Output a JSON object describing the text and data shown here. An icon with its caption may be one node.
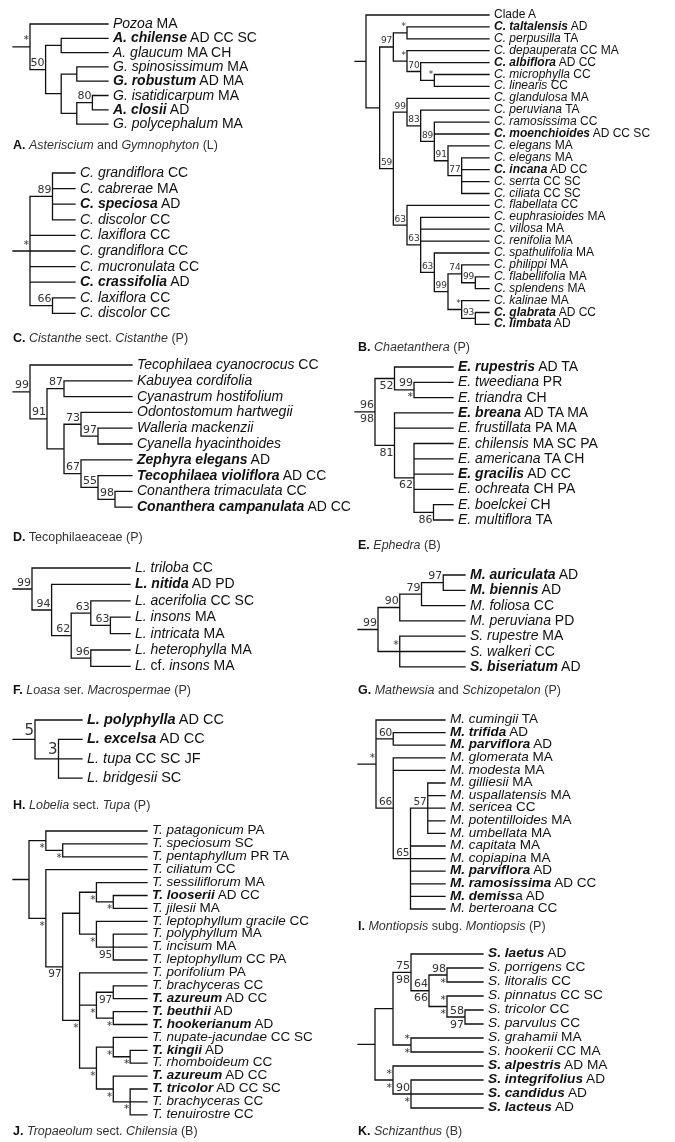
{
  "diagram": {
    "labels": [
      "*Pozoa* MA",
      "**A. chilense** AD CC SC",
      "*A. glaucum* MA CH",
      "*G. spinosissimum* MA",
      "**G. robustum** AD MA",
      "*G. isatidicarpum* MA",
      "**A. closii** AD",
      "*G. polycephalum* MA",
      "*",
      "50",
      "80",
      "**A.** *Asteriscium* and *Gymnophyton* (L)",
      "Clade A",
      "**C. taltalensis** AD",
      "*C. perpusilla* TA",
      "*C. depauperata* CC MA",
      "**C. albiflora** AD CC",
      "*C. microphylla* CC",
      "*C. linearis* CC",
      "*C. glandulosa* MA",
      "*C. peruviana* TA",
      "*C. ramosissima* CC",
      "**C. moenchioides** AD CC SC",
      "*C. elegans* MA",
      "*C. elegans* MA",
      "**C. incana** AD CC",
      "*C. serrta* CC SC",
      "*C. ciliata* CC SC",
      "*C. flabellata* CC",
      "*C. euphrasioides* MA",
      "*C. villosa* MA",
      "*C. renifolia* MA",
      "*C. spathulifolia* MA",
      "*C. philippi* MA",
      "*C. flabellifolia* MA",
      "*C. splendens* MA",
      "*C. kalinae* MA",
      "**C. glabrata** AD CC",
      "**C. limbata** AD",
      "97",
      "*",
      "*",
      "70",
      "*",
      "59",
      "99",
      "83",
      "89",
      "91",
      "77",
      "63",
      "63",
      "63",
      "99",
      "74",
      "99",
      "*",
      "93",
      "**B.** *Chaetanthera* (P)",
      "*C. grandiflora* CC",
      "*C. cabrerae* MA",
      "**C. speciosa** AD",
      "*C. discolor* CC",
      "*C. laxiflora* CC",
      "*C. grandiflora* CC",
      "*C. mucronulata* CC",
      "**C. crassifolia** AD",
      "*C. laxiflora* CC",
      "*C. discolor* CC",
      "*",
      "89",
      "66",
      "**C.** *Cistanthe* sect. *Cistanthe* (P)",
      "*Tecophilaea cyanocrocus* CC",
      "*Kabuyea cordifolia*",
      "*Cyanastrum hostifolium*",
      "*Odontostomum hartwegii*",
      "*Walleria mackenzii*",
      "*Cyanella hyacinthoides*",
      "**Zephyra elegans** AD",
      "**Tecophilaea violiflora** AD CC",
      "*Conanthera trimaculata* CC",
      "**Conanthera campanulata** AD CC",
      "99",
      "91",
      "87",
      "73",
      "97",
      "67",
      "55",
      "98",
      "**D.** Tecophilaeaceae (P)",
      "**E. rupestris** AD TA",
      "*E. tweediana* PR",
      "*E. triandra* CH",
      "**E. breana** AD TA MA",
      "*E. frustillata* PA MA",
      "*E. chilensis* MA SC PA",
      "*E. americana* TA CH",
      "**E. gracilis** AD CC",
      "*E. ochreata* CH PA",
      "*E. boelckei* CH",
      "*E. multiflora* TA",
      "96",
      "98",
      "52",
      "99",
      "*",
      "81",
      "62",
      "86",
      "**E.** *Ephedra* (B)",
      "*L. triloba* CC",
      "**L. nitida** AD PD",
      "*L. acerifolia* CC SC",
      "*L. insons* MA",
      "*L. intricata* MA",
      "*L. heterophylla* MA",
      "*L.* cf. *insons* MA",
      "99",
      "94",
      "62",
      "63",
      "63",
      "96",
      "**F.** *Loasa* ser. *Macrospermae* (P)",
      "**M. auriculata** AD",
      "**M. biennis** AD",
      "*M. foliosa* CC",
      "*M. peruviana* PD",
      "*S. rupestre* MA",
      "*S. walkeri* CC",
      "**S. biseriatum** AD",
      "99",
      "90",
      "79",
      "97",
      "*",
      "**G.** *Mathewsia* and *Schizopetalon* (P)",
      "**L. polyphylla** AD CC",
      "**L. excelsa** AD CC",
      "*L. tupa* CC SC JF",
      "*L. bridgesii* SC",
      "5",
      "3",
      "**H.** *Lobelia* sect. *Tupa* (P)",
      "*M. cumingii* TA",
      "**M. trifida** AD",
      "**M. parviflora** AD",
      "*M. glomerata* MA",
      "*M. modesta* MA",
      "*M. gilliesii* MA",
      "*M. uspallatensis* MA",
      "*M. sericea* CC",
      "*M. potentilloides* MA",
      "*M. umbellata* MA",
      "*M. capitata* MA",
      "*M. copiapina* MA",
      "**M. parviflora** AD",
      "**M. ramosissima** AD CC",
      "**M. demiss**a AD",
      "*M. berteroana* CC",
      "*",
      "60",
      "66",
      "65",
      "57",
      "**I.** *Montiopsis* subg. *Montiopsis* (P)",
      "*T. patagonicum* PA",
      "*T. speciosum* SC",
      "*T. pentaphyllum* PR TA",
      "*T. ciliatum* CC",
      "*T. sessiliflorum* MA",
      "**T. looserii** AD CC",
      "*T. jilesii* MA",
      "*T. leptophyllum gracile* CC",
      "*T. polyphyllum* MA",
      "*T. incisum* MA",
      "*T. leptophyllum* CC PA",
      "*T. porifolium* PA",
      "*T. brachyceras* CC",
      "**T. azureum** AD CC",
      "**T. beuthii** AD",
      "**T. hookerianum** AD",
      "*T. nupate-jacundae* CC SC",
      "**T. kingii** AD",
      "*T. rhomboideum* CC",
      "**T. azureum** AD CC",
      "**T. tricolor** AD CC SC",
      "*T. brachyceras* CC",
      "*T. tenuirostre* CC",
      "*",
      "*",
      "*",
      "97",
      "*",
      "*",
      "*",
      "95",
      "*",
      "*",
      "97",
      "*",
      "*",
      "*",
      "*",
      "*",
      "*",
      "**J.** *Tropaeolum* sect. *Chilensia* (B)",
      "**S. laetus** AD",
      "*S. porrigens* CC",
      "*S. litoralis* CC",
      "*S. pinnatus* CC SC",
      "*S. tricolor* CC",
      "*S. parvulus* CC",
      "*S. grahamii* MA",
      "*S. hookerii* CC MA",
      "**S. alpestris** AD MA",
      "**S. integrifolius** AD",
      "**S. candidus** AD",
      "**S. lacteus** AD",
      "75",
      "98",
      "64",
      "66",
      "98",
      "*",
      "*",
      "*",
      "58",
      "97",
      "*",
      "*",
      "*",
      "*",
      "90",
      "*",
      "**K.** *Schizanthus* (B)"
    ]
  }
}
